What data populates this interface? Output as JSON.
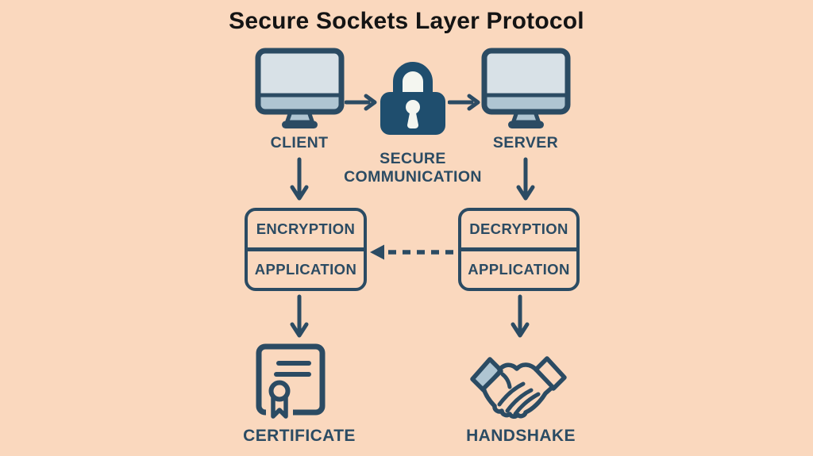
{
  "title": "Secure Sockets Layer Protocol",
  "colors": {
    "background": "#FAD8BE",
    "ink": "#2B4B63",
    "title_text": "#141414",
    "lock_body": "#1F4E6E",
    "screen_fill": "#D8E1E7",
    "screen_bar": "#AFC5D2",
    "cuff_blue": "#AFC5D2",
    "cream": "#F4F6F0"
  },
  "nodes": {
    "client": {
      "label": "CLIENT"
    },
    "secure": {
      "lines": [
        "SECURE",
        "COMMUNICATION"
      ]
    },
    "server": {
      "label": "SERVER"
    },
    "left_stack": {
      "rows": [
        "ENCRYPTION",
        "APPLICATION"
      ]
    },
    "right_stack": {
      "rows": [
        "DECRYPTION",
        "APPLICATION"
      ]
    },
    "certificate": {
      "label": "CERTIFICATE"
    },
    "handshake": {
      "label": "HANDSHAKE"
    }
  }
}
